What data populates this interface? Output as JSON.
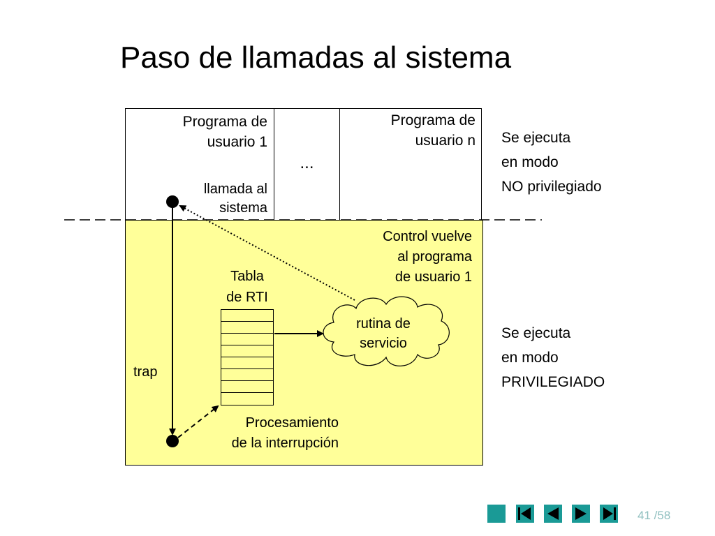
{
  "slide": {
    "title": "Paso de llamadas al sistema",
    "page_current": "41",
    "page_total": "/58"
  },
  "user_space": {
    "program_1": [
      "Programa de",
      "usuario 1"
    ],
    "syscall": [
      "llamada al",
      "sistema"
    ],
    "ellipsis": "...",
    "program_n": [
      "Programa de",
      "usuario n"
    ],
    "mode_label": [
      "Se ejecuta",
      "en modo",
      "NO privilegiado"
    ]
  },
  "kernel_space": {
    "control_return": [
      "Control vuelve",
      "al programa",
      "de usuario 1"
    ],
    "rti_table": [
      "Tabla",
      "de RTI"
    ],
    "service_routine": [
      "rutina de",
      "servicio"
    ],
    "trap": "trap",
    "interrupt_processing": [
      "Procesamiento",
      "de la interrupción"
    ],
    "mode_label": [
      "Se ejecuta",
      "en modo",
      "PRIVILEGIADO"
    ],
    "rti_rows": 8
  },
  "colors": {
    "kernel_fill": "#ffff99",
    "nav_button": "#1a9a96",
    "page_number": "#8fbfbf"
  },
  "icons": [
    "nav-home-icon",
    "nav-first-icon",
    "nav-prev-icon",
    "nav-next-icon",
    "nav-last-icon"
  ]
}
